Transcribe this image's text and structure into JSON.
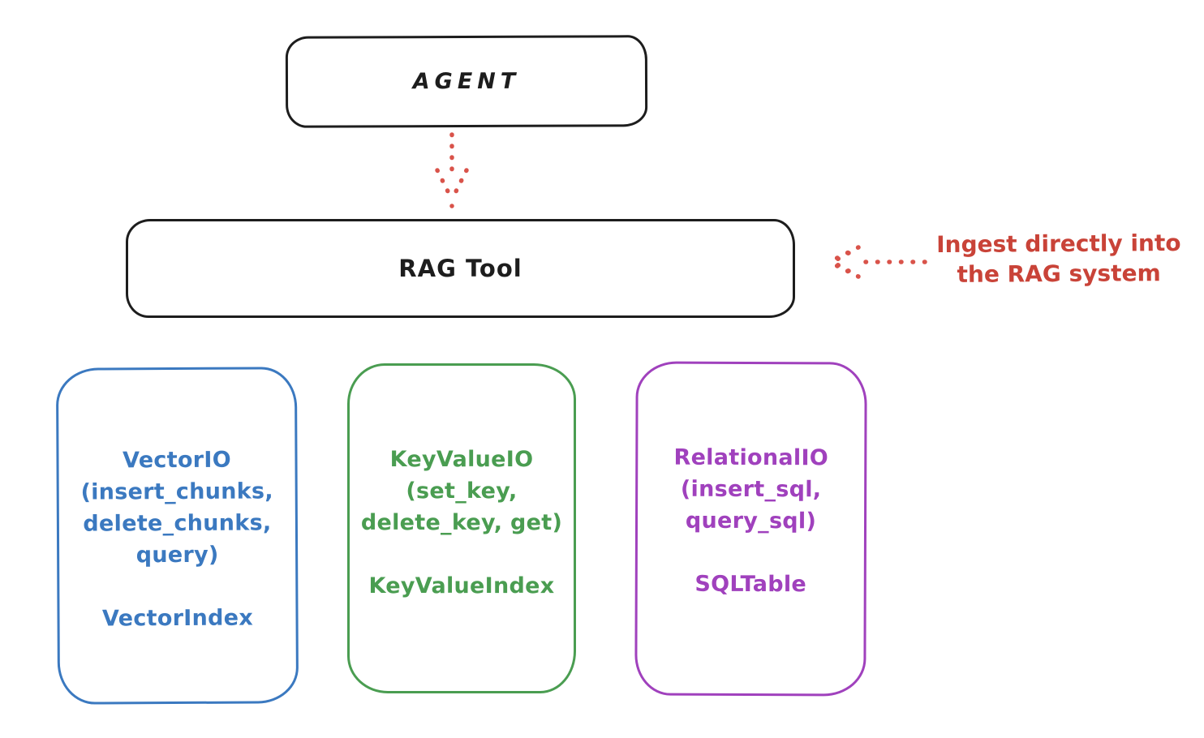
{
  "diagram": {
    "agent": {
      "label": "AGENT"
    },
    "rag_tool": {
      "label": "RAG Tool"
    },
    "annotation": {
      "line1": "Ingest directly into",
      "line2": "the RAG system",
      "color": "#c94338"
    },
    "arrows": {
      "agent_to_rag": "dotted-down-arrow",
      "annotation_to_rag": "dotted-left-arrow",
      "color": "#d9534a"
    },
    "storage_boxes": [
      {
        "name": "vector-io",
        "color": "#3b79c0",
        "lines": [
          "VectorIO",
          "(insert_chunks,",
          "delete_chunks,",
          "query)"
        ],
        "index": "VectorIndex"
      },
      {
        "name": "keyvalue-io",
        "color": "#4a9d51",
        "lines": [
          "KeyValueIO",
          "(set_key,",
          "delete_key, get)"
        ],
        "index": "KeyValueIndex"
      },
      {
        "name": "relational-io",
        "color": "#a041bd",
        "lines": [
          "RelationalIO",
          "(insert_sql,",
          "query_sql)"
        ],
        "index": "SQLTable"
      }
    ],
    "box_border_color": "#1d1d1d",
    "background": "#ffffff"
  }
}
